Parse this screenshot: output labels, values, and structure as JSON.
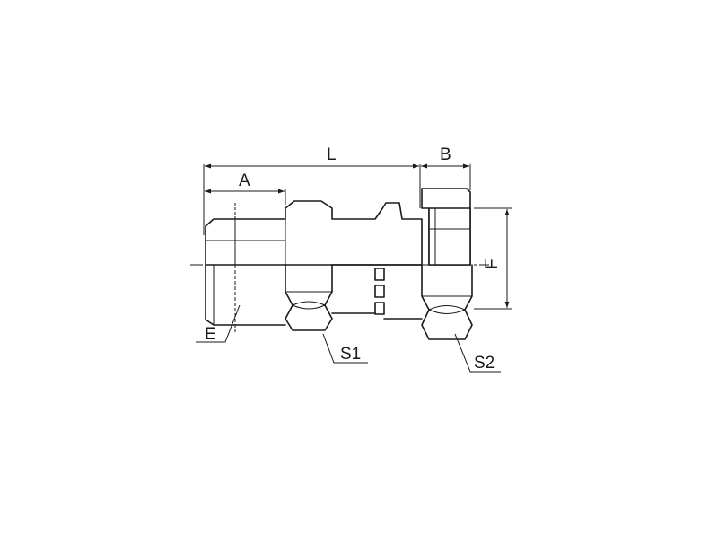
{
  "dimension_labels": {
    "L": "L",
    "B": "B",
    "A": "A",
    "F": "F",
    "E": "E",
    "S1": "S1",
    "S2": "S2"
  },
  "colors": {
    "ink": "#1a1a1a",
    "background": "#ffffff"
  }
}
